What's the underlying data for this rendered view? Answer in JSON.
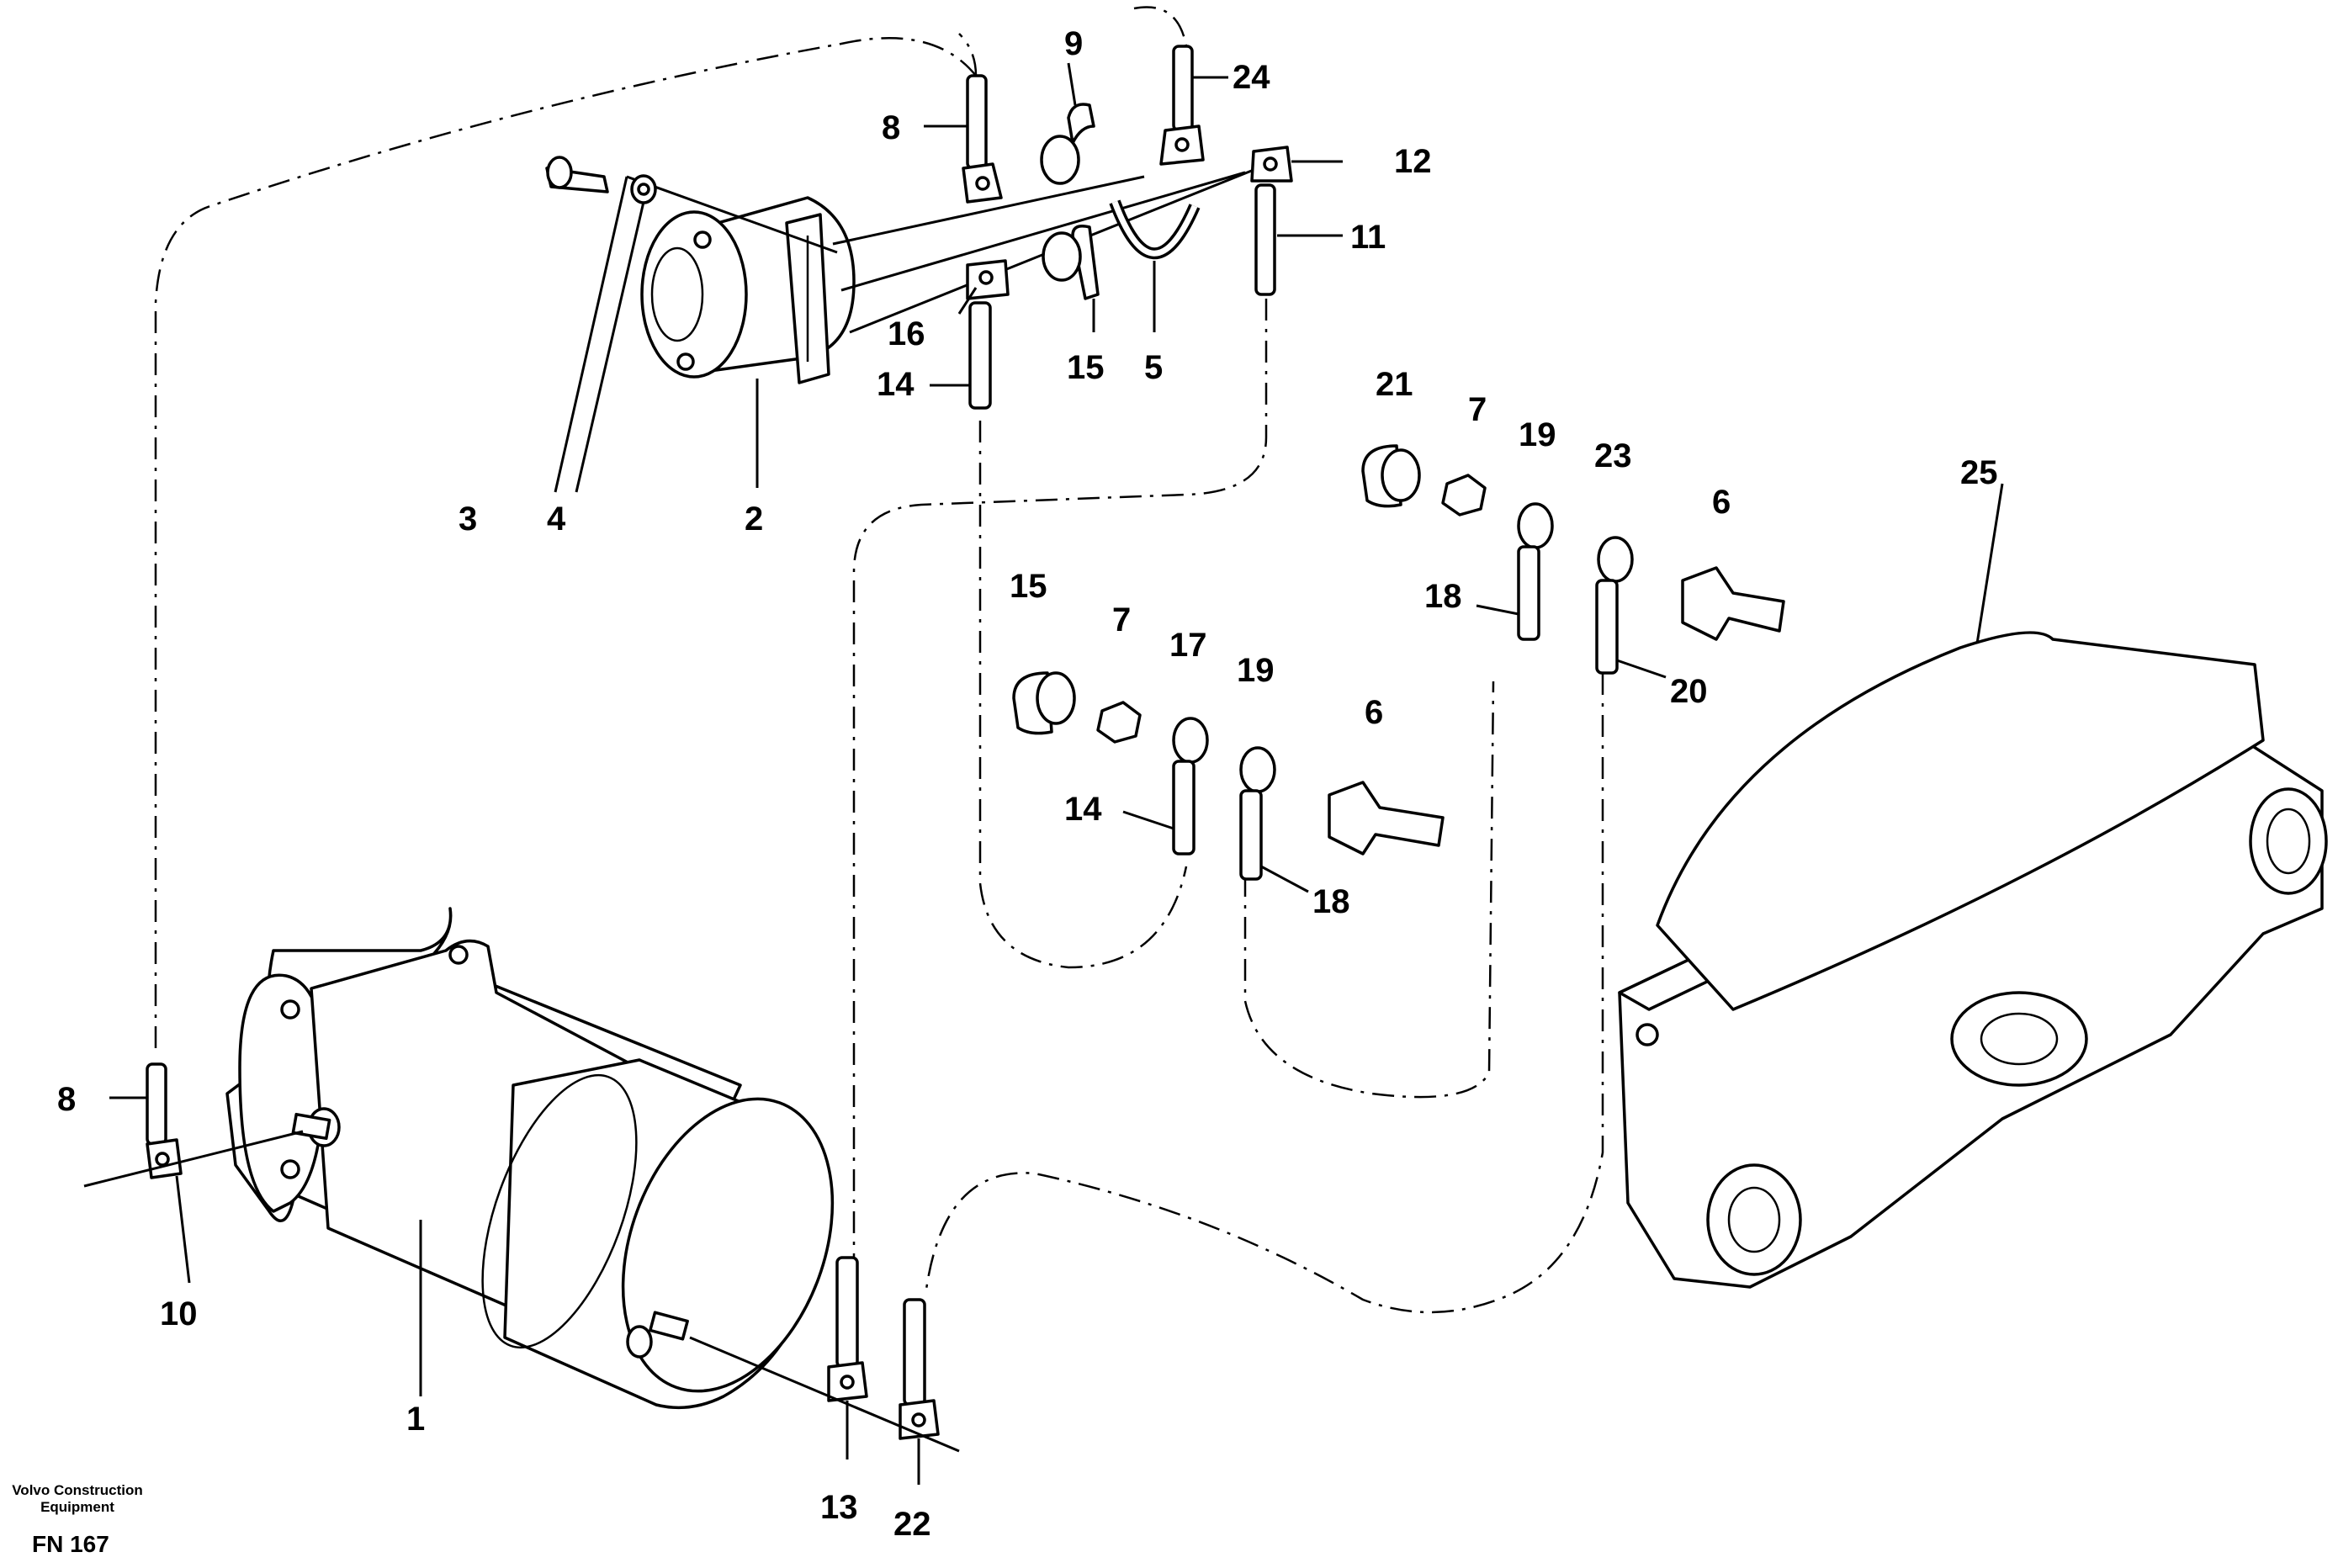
{
  "diagram": {
    "callouts": [
      {
        "id": "c1",
        "text": "1"
      },
      {
        "id": "c2",
        "text": "2"
      },
      {
        "id": "c3",
        "text": "3"
      },
      {
        "id": "c4",
        "text": "4"
      },
      {
        "id": "c5",
        "text": "5"
      },
      {
        "id": "c6a",
        "text": "6"
      },
      {
        "id": "c6b",
        "text": "6"
      },
      {
        "id": "c7a",
        "text": "7"
      },
      {
        "id": "c7b",
        "text": "7"
      },
      {
        "id": "c8a",
        "text": "8"
      },
      {
        "id": "c8b",
        "text": "8"
      },
      {
        "id": "c9",
        "text": "9"
      },
      {
        "id": "c10",
        "text": "10"
      },
      {
        "id": "c11",
        "text": "11"
      },
      {
        "id": "c12",
        "text": "12"
      },
      {
        "id": "c13",
        "text": "13"
      },
      {
        "id": "c14a",
        "text": "14"
      },
      {
        "id": "c14b",
        "text": "14"
      },
      {
        "id": "c15a",
        "text": "15"
      },
      {
        "id": "c15b",
        "text": "15"
      },
      {
        "id": "c16",
        "text": "16"
      },
      {
        "id": "c17",
        "text": "17"
      },
      {
        "id": "c18a",
        "text": "18"
      },
      {
        "id": "c18b",
        "text": "18"
      },
      {
        "id": "c19a",
        "text": "19"
      },
      {
        "id": "c19b",
        "text": "19"
      },
      {
        "id": "c20",
        "text": "20"
      },
      {
        "id": "c21",
        "text": "21"
      },
      {
        "id": "c22",
        "text": "22"
      },
      {
        "id": "c23",
        "text": "23"
      },
      {
        "id": "c24",
        "text": "24"
      },
      {
        "id": "c25",
        "text": "25"
      }
    ]
  },
  "footer": {
    "publisher_line1": "Volvo Construction",
    "publisher_line2": "Equipment",
    "figure_code": "FN 167"
  }
}
